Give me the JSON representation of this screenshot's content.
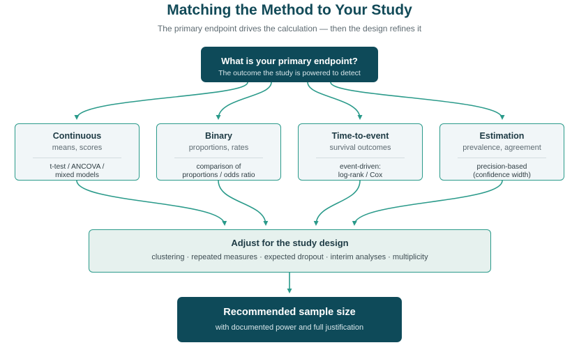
{
  "header": {
    "title": "Matching the Method to Your Study",
    "subtitle": "The primary endpoint drives the calculation — then the design refines it"
  },
  "root": {
    "title": "What is your primary endpoint?",
    "subtitle": "The outcome the study is powered to detect"
  },
  "categories": [
    {
      "title": "Continuous",
      "subtitle": "means, scores",
      "method_line1": "t-test / ANCOVA /",
      "method_line2": "mixed models"
    },
    {
      "title": "Binary",
      "subtitle": "proportions, rates",
      "method_line1": "comparison of",
      "method_line2": "proportions / odds ratio"
    },
    {
      "title": "Time-to-event",
      "subtitle": "survival outcomes",
      "method_line1": "event-driven:",
      "method_line2": "log-rank / Cox"
    },
    {
      "title": "Estimation",
      "subtitle": "prevalence, agreement",
      "method_line1": "precision-based",
      "method_line2": "(confidence width)"
    }
  ],
  "adjust": {
    "title": "Adjust for the study design",
    "factors": "clustering · repeated measures · expected dropout · interim analyses · multiplicity"
  },
  "result": {
    "title": "Recommended sample size",
    "subtitle": "with documented power and full justification"
  },
  "colors": {
    "dark_box": "#0e4a59",
    "connector": "#2a9a8a",
    "category_fill": "#f1f6f8",
    "adjust_fill": "#e6f1ee",
    "title_text": "#124a58"
  }
}
